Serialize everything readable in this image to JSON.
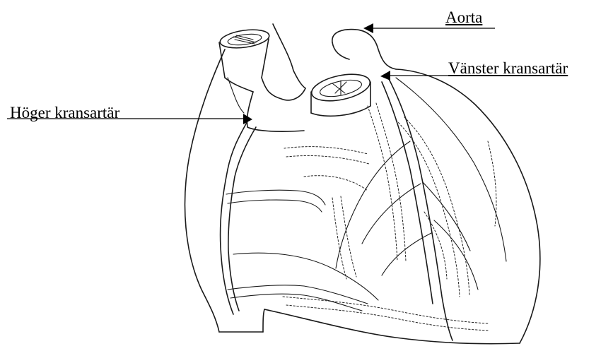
{
  "labels": {
    "aorta": "Aorta",
    "left_coronary": "Vänster kransartär",
    "right_coronary": "Höger kransartär"
  },
  "colors": {
    "ink": "#000000",
    "background": "#ffffff"
  }
}
